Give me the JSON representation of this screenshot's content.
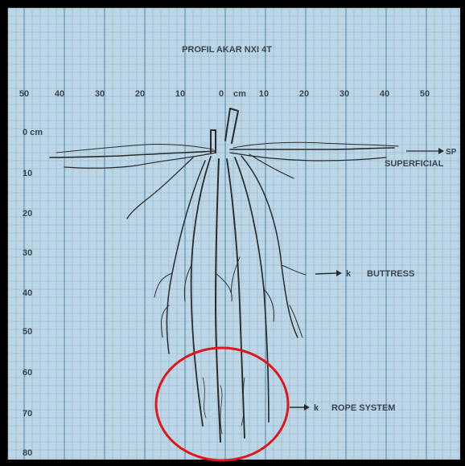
{
  "title": "PROFIL AKAR NXI 4T",
  "colors": {
    "paper": "#bcd6e6",
    "grid_minor": "#8fb6cf",
    "grid_major": "#5f93b5",
    "ink": "#2b2b2b",
    "highlight": "#e0161b",
    "frame": "#111111"
  },
  "horizontal_axis": {
    "unit_label": "cm",
    "ticks_left": [
      "50",
      "40",
      "30",
      "20",
      "10"
    ],
    "center_tick": "0",
    "ticks_right": [
      "10",
      "20",
      "30",
      "40",
      "50"
    ]
  },
  "vertical_axis": {
    "top_label": "0 cm",
    "ticks": [
      "10",
      "20",
      "30",
      "40",
      "50",
      "60",
      "70",
      "80"
    ]
  },
  "annotations": {
    "superficial_sup": "SP",
    "superficial": "SUPERFICIAL",
    "buttress": "BUTTRESS",
    "rope_system": "ROPE SYSTEM",
    "marker": "k"
  }
}
